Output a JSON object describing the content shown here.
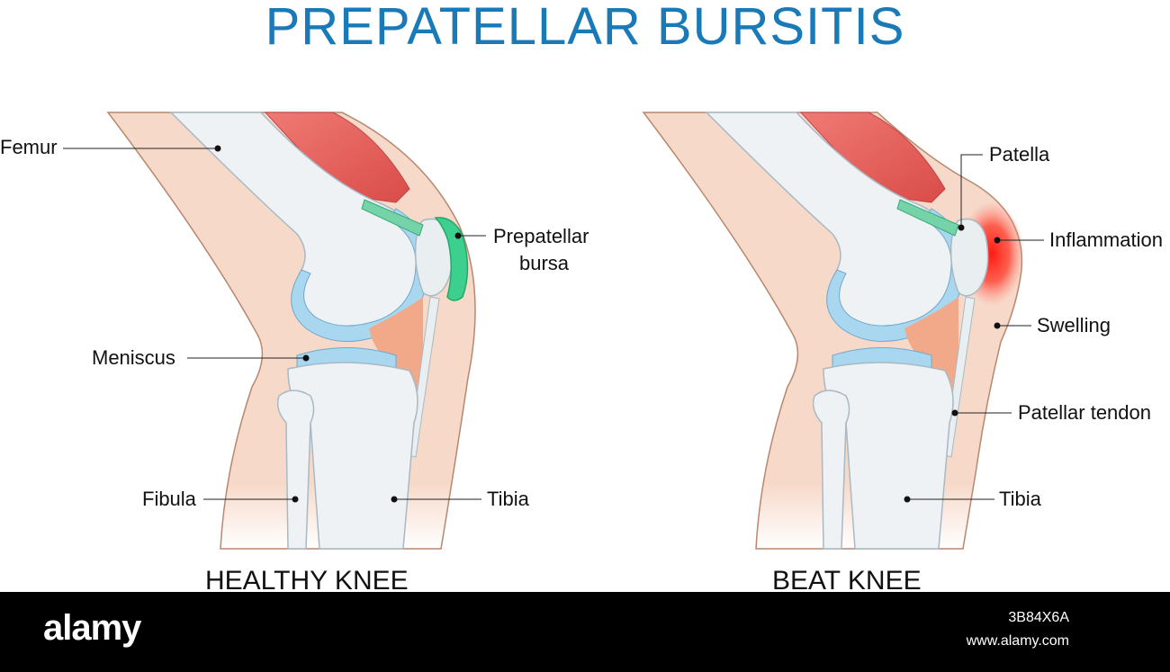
{
  "title": "PREPATELLAR BURSITIS",
  "left_panel": {
    "caption": "HEALTHY KNEE",
    "labels": {
      "femur": "Femur",
      "prepatellar_bursa_line1": "Prepatellar",
      "prepatellar_bursa_line2": "bursa",
      "meniscus": "Meniscus",
      "fibula": "Fibula",
      "tibia": "Tibia"
    }
  },
  "right_panel": {
    "caption": "BEAT KNEE",
    "labels": {
      "patella": "Patella",
      "inflammation": "Inflammation",
      "swelling": "Swelling",
      "patellar_tendon": "Patellar tendon",
      "tibia": "Tibia"
    }
  },
  "footer": {
    "brand": "alamy",
    "image_id": "3B84X6A",
    "site": "www.alamy.com"
  },
  "colors": {
    "title": "#1a7ab7",
    "skin": "#f7d9c9",
    "bone": "#e9eef1",
    "cartilage": "#a9d7ef",
    "muscle": "#e8605a",
    "bursa": "#3ccf8e",
    "fat_pad": "#f2a98a",
    "inflammation": "#ff2a1f"
  }
}
